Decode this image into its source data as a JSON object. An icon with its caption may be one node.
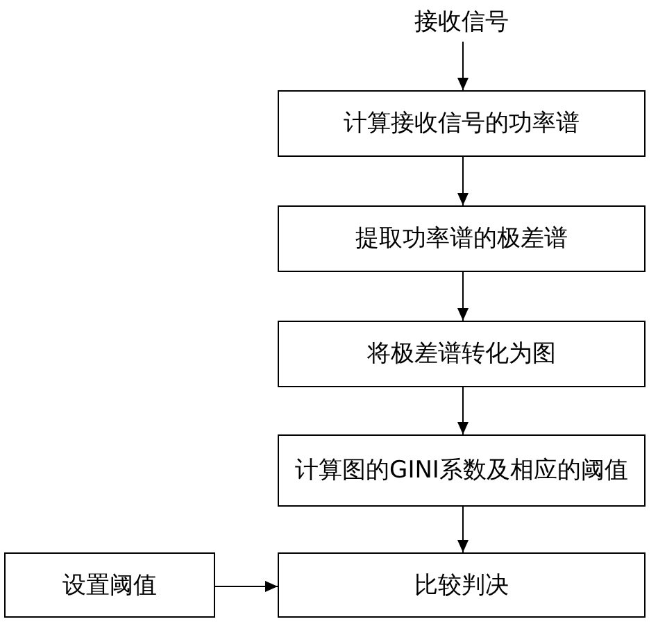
{
  "diagram": {
    "nodes": [
      {
        "text": [
          "接收信号"
        ]
      },
      {
        "text": [
          "计算接收信号的功率谱"
        ]
      },
      {
        "text": [
          "提取功率谱的极差谱"
        ]
      },
      {
        "text": [
          "将极差谱转化为图"
        ]
      },
      {
        "text": [
          "计算图的GINI系数及相应的阈值"
        ]
      },
      {
        "text": [
          "比较判决"
        ]
      },
      {
        "text": [
          "设置阈值"
        ]
      }
    ],
    "edges": [
      {
        "from": 0,
        "to": 1,
        "arrow": "to"
      },
      {
        "from": 1,
        "to": 2,
        "arrow": "to"
      },
      {
        "from": 2,
        "to": 3,
        "arrow": "to"
      },
      {
        "from": 3,
        "to": 4,
        "arrow": "to"
      },
      {
        "from": 4,
        "to": 5,
        "arrow": "to"
      },
      {
        "from": 6,
        "to": 5,
        "arrow": "to"
      }
    ]
  }
}
